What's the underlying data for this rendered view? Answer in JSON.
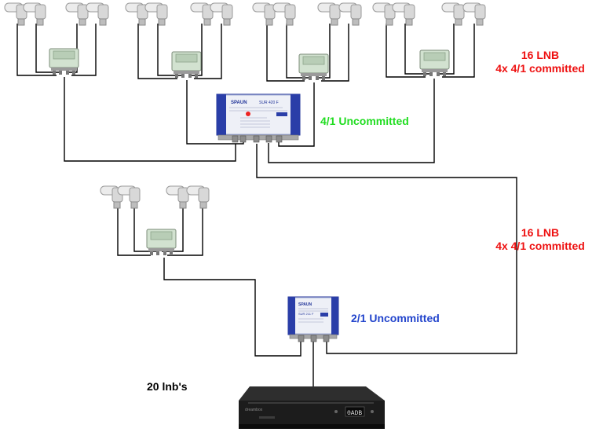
{
  "labels": {
    "top_lnb_line1": "16 LNB",
    "top_lnb_line2": "4x 4/1 committed",
    "uncommitted_4_1": "4/1 Uncommitted",
    "mid_lnb_line1": "16 LNB",
    "mid_lnb_line2": "4x 4/1 committed",
    "uncommitted_2_1": "2/1 Uncommitted",
    "total_lnbs": "20 lnb's"
  },
  "switch_4_1": {
    "brand": "SPAUN",
    "model": "SUR 420 F"
  },
  "switch_2_1": {
    "brand": "SPAUN",
    "model": "SUR 211 F"
  },
  "receiver": {
    "display": "0ADB",
    "brand": "dreambox"
  },
  "colors": {
    "committed_label": "#ee1111",
    "uncommitted_4_1_label": "#22dd22",
    "uncommitted_2_1_label": "#2244cc",
    "cable": "#000000",
    "lnb_body": "#e2e2e2",
    "diseqc_body": "#d2e2d0",
    "switch_body": "#2a3ea8",
    "receiver_body": "#1c1c1c"
  }
}
